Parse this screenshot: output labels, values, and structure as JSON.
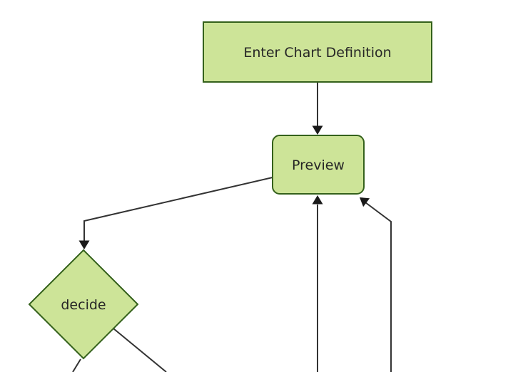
{
  "diagram": {
    "type": "flowchart",
    "background_color": "#ffffff",
    "colors": {
      "node_fill": "#cde498",
      "node_border": "#34611b",
      "edge_line": "#333333",
      "arrowhead": "#1a1a1a",
      "label_text": "#262626"
    },
    "nodes": [
      {
        "id": "enter-chart-definition",
        "label": "Enter Chart Definition",
        "shape": "rectangle"
      },
      {
        "id": "preview",
        "label": "Preview",
        "shape": "rounded-rectangle"
      },
      {
        "id": "decide",
        "label": "decide",
        "shape": "diamond"
      }
    ],
    "edges": [
      {
        "from": "enter-chart-definition",
        "to": "preview",
        "style": "arrow"
      },
      {
        "from": "preview",
        "to": "decide",
        "style": "arrow"
      },
      {
        "from": "offscreen-bottom",
        "to": "preview",
        "style": "arrow"
      },
      {
        "from": "offscreen-bottom-right",
        "to": "preview",
        "style": "arrow"
      },
      {
        "from": "decide",
        "to": "offscreen-bottom-left",
        "style": "line"
      },
      {
        "from": "decide",
        "to": "offscreen-bottom-right",
        "style": "line"
      }
    ]
  }
}
